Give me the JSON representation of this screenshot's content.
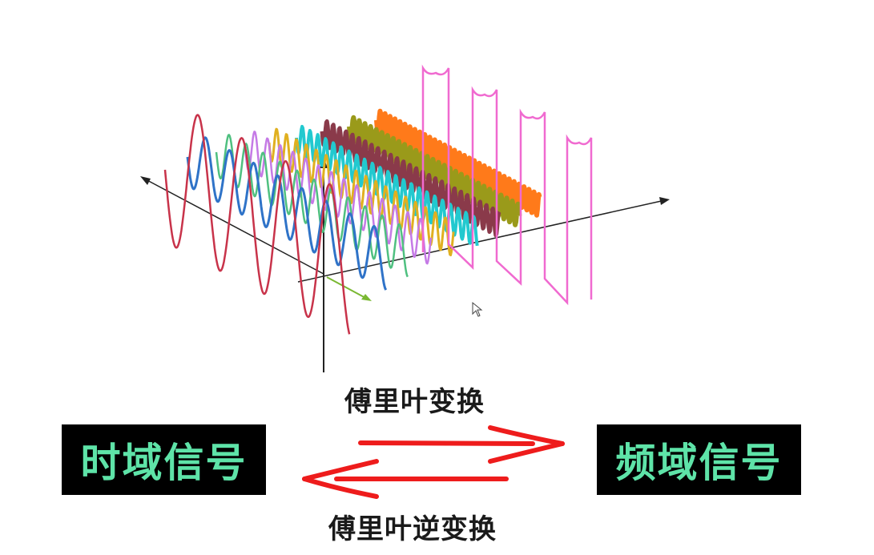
{
  "labels": {
    "forward_transform": "傅里叶变换",
    "inverse_transform": "傅里叶逆变换"
  },
  "boxes": {
    "time_domain": "时域信号",
    "frequency_domain": "频域信号"
  },
  "colors": {
    "box_background": "#000000",
    "box_text": "#5ee3a8",
    "arrow": "#ee1c1c",
    "square_wave": "#f06ad0"
  },
  "icons": {
    "cursor": "mouse-pointer-icon"
  }
}
